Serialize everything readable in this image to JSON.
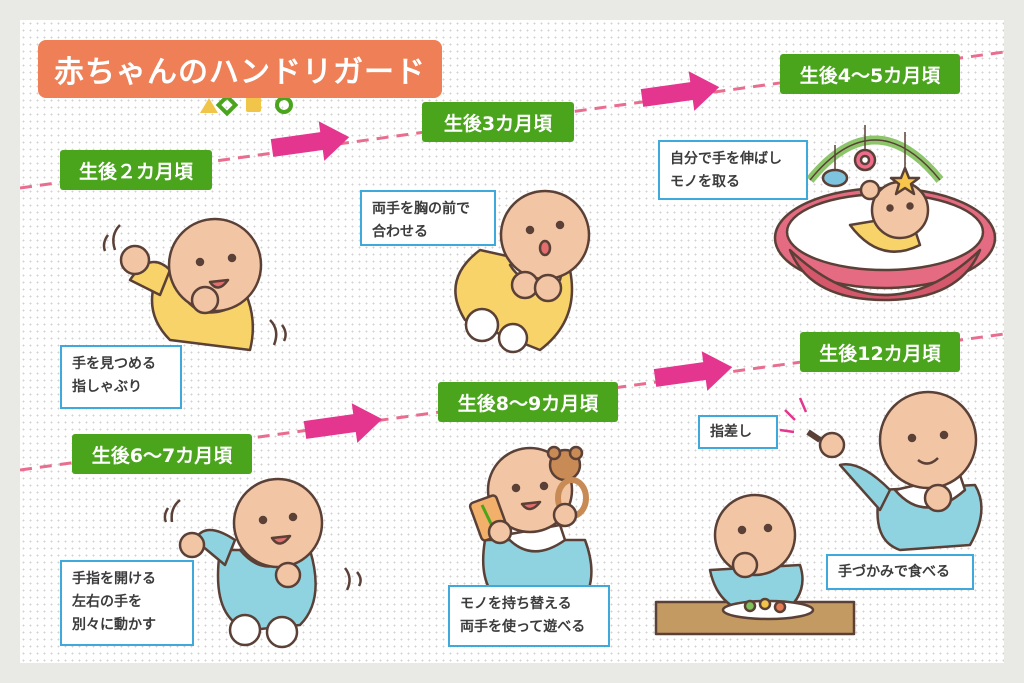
{
  "title": "赤ちゃんのハンドリガード",
  "stages": [
    {
      "age": "生後２カ月頃",
      "note": [
        "手を見つめる",
        "指しゃぶり"
      ]
    },
    {
      "age": "生後3カ月頃",
      "note": [
        "両手を胸の前で",
        "合わせる"
      ]
    },
    {
      "age": "生後4～5カ月頃",
      "note": [
        "自分で手を伸ばし",
        "モノを取る"
      ]
    },
    {
      "age": "生後6～7カ月頃",
      "note": [
        "手指を開ける",
        "左右の手を",
        "別々に動かす"
      ]
    },
    {
      "age": "生後8～9カ月頃",
      "note": [
        "モノを持ち替える",
        "両手を使って遊べる"
      ]
    },
    {
      "age": "生後12カ月頃",
      "note": [
        "手づかみで食べる"
      ],
      "extra_note": "指差し"
    }
  ],
  "colors": {
    "title_bg": "#ee7f56",
    "stage_bg": "#4aa51d",
    "note_border": "#3fa9dc",
    "arrow": "#e4368f",
    "dashed_line": "#e96d8e",
    "skin": "#f2c6a4",
    "outfit_yellow": "#f7d36a",
    "outfit_blue": "#8fd3e0"
  },
  "decorations": [
    "triangle-icon",
    "diamond-icon",
    "square-icon",
    "circle-icon"
  ]
}
